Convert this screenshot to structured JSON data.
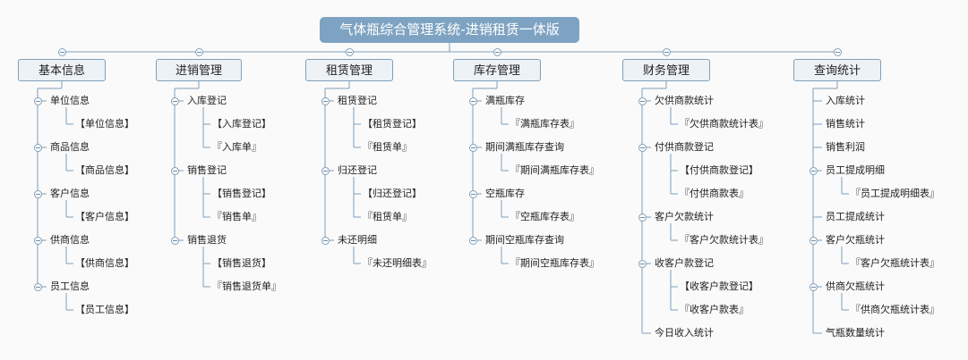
{
  "title": "气体瓶综合管理系统-进销租赁一体版",
  "columns": [
    {
      "label": "基本信息",
      "items": [
        {
          "label": "单位信息",
          "children": [
            "【单位信息】"
          ]
        },
        {
          "label": "商品信息",
          "children": [
            "【商品信息】"
          ]
        },
        {
          "label": "客户信息",
          "children": [
            "【客户信息】"
          ]
        },
        {
          "label": "供商信息",
          "children": [
            "【供商信息】"
          ]
        },
        {
          "label": "员工信息",
          "children": [
            "【员工信息】"
          ]
        }
      ]
    },
    {
      "label": "进销管理",
      "items": [
        {
          "label": "入库登记",
          "children": [
            "【入库登记】",
            "『入库单』"
          ]
        },
        {
          "label": "销售登记",
          "children": [
            "【销售登记】",
            "『销售单』"
          ]
        },
        {
          "label": "销售退货",
          "children": [
            "【销售退货】",
            "『销售退货单』"
          ]
        }
      ]
    },
    {
      "label": "租赁管理",
      "items": [
        {
          "label": "租赁登记",
          "children": [
            "【租赁登记】",
            "『租赁单』"
          ]
        },
        {
          "label": "归还登记",
          "children": [
            "【归还登记】",
            "『租赁单』"
          ]
        },
        {
          "label": "未还明细",
          "children": [
            "『未还明细表』"
          ]
        }
      ]
    },
    {
      "label": "库存管理",
      "items": [
        {
          "label": "满瓶库存",
          "children": [
            "『满瓶库存表』"
          ]
        },
        {
          "label": "期间满瓶库存查询",
          "children": [
            "『期间满瓶库存表』"
          ]
        },
        {
          "label": "空瓶库存",
          "children": [
            "『空瓶库存表』"
          ]
        },
        {
          "label": "期间空瓶库存查询",
          "children": [
            "『期间空瓶库存表』"
          ]
        }
      ]
    },
    {
      "label": "财务管理",
      "items": [
        {
          "label": "欠供商款统计",
          "children": [
            "『欠供商款统计表』"
          ]
        },
        {
          "label": "付供商款登记",
          "children": [
            "【付供商款登记】",
            "『付供商款表』"
          ]
        },
        {
          "label": "客户欠款统计",
          "children": [
            "『客户欠款统计表』"
          ]
        },
        {
          "label": "收客户款登记",
          "children": [
            "【收客户款登记】",
            "『收客户款表』"
          ]
        },
        {
          "label": "今日收入统计",
          "children": []
        }
      ]
    },
    {
      "label": "查询统计",
      "items": [
        {
          "label": "入库统计",
          "children": []
        },
        {
          "label": "销售统计",
          "children": []
        },
        {
          "label": "销售利润",
          "children": []
        },
        {
          "label": "员工提成明细",
          "children": [
            "『员工提成明细表』"
          ]
        },
        {
          "label": "员工提成统计",
          "children": []
        },
        {
          "label": "客户欠瓶统计",
          "children": [
            "『客户欠瓶统计表』"
          ]
        },
        {
          "label": "供商欠瓶统计",
          "children": [
            "『供商欠瓶统计表』"
          ]
        },
        {
          "label": "气瓶数量统计",
          "children": []
        }
      ]
    }
  ]
}
